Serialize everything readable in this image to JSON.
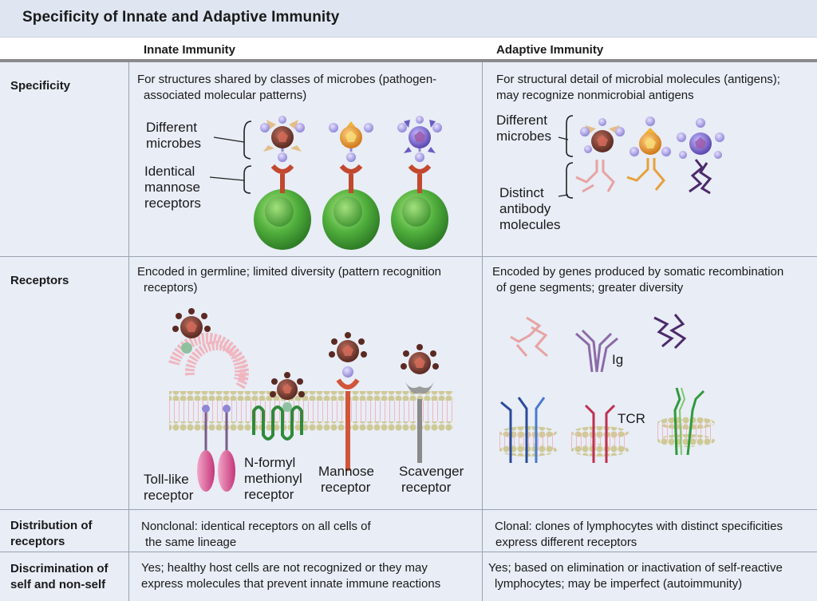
{
  "title": "Specificity of Innate and Adaptive Immunity",
  "columns": {
    "innate": "Innate Immunity",
    "adaptive": "Adaptive Immunity"
  },
  "rows": {
    "specificity": {
      "label": "Specificity",
      "innate_lines": [
        "For structures shared by classes of microbes (pathogen-",
        "associated molecular patterns)"
      ],
      "adaptive_lines": [
        "For structural detail of microbial molecules (antigens);",
        "may recognize nonmicrobial antigens"
      ],
      "innate_fig": {
        "different_microbes": [
          "Different",
          "microbes"
        ],
        "identical_receptors": [
          "Identical",
          "mannose",
          "receptors"
        ]
      },
      "adaptive_fig": {
        "different_microbes": [
          "Different",
          "microbes"
        ],
        "distinct_antibody": [
          "Distinct",
          "antibody",
          "molecules"
        ]
      }
    },
    "receptors": {
      "label": "Receptors",
      "innate_lines": [
        "Encoded in germline; limited diversity (pattern recognition",
        "receptors)"
      ],
      "adaptive_lines": [
        "Encoded by genes produced by somatic recombination",
        "of gene segments; greater diversity"
      ],
      "innate_fig": {
        "toll": [
          "Toll-like",
          "receptor"
        ],
        "nformyl": [
          "N-formyl",
          "methionyl",
          "receptor"
        ],
        "mannose": [
          "Mannose",
          "receptor"
        ],
        "scavenger": [
          "Scavenger",
          "receptor"
        ]
      },
      "adaptive_fig": {
        "ig": "Ig",
        "tcr": "TCR"
      }
    },
    "distribution": {
      "label_lines": [
        "Distribution of",
        "receptors"
      ],
      "innate_lines": [
        "Nonclonal: identical receptors on all cells of",
        "the same lineage"
      ],
      "adaptive_lines": [
        "Clonal: clones of lymphocytes with distinct specificities",
        "express different receptors"
      ]
    },
    "discrimination": {
      "label_lines": [
        "Discrimination of",
        "self and non-self"
      ],
      "innate_lines": [
        "Yes; healthy host cells are not recognized or they may",
        "express molecules that prevent innate immune reactions"
      ],
      "adaptive_lines": [
        "Yes; based on elimination or inactivation of self-reactive",
        "lymphocytes; may be imperfect (autoimmunity)"
      ]
    }
  },
  "colors": {
    "header_band": "#dfe6f2",
    "row_fill": "#e8edf6",
    "cell_green": "#4fae3c",
    "receptor_orange": "#d2553a",
    "toll_pink": "#e07aa6",
    "membrane_bead": "#c9c38a"
  }
}
